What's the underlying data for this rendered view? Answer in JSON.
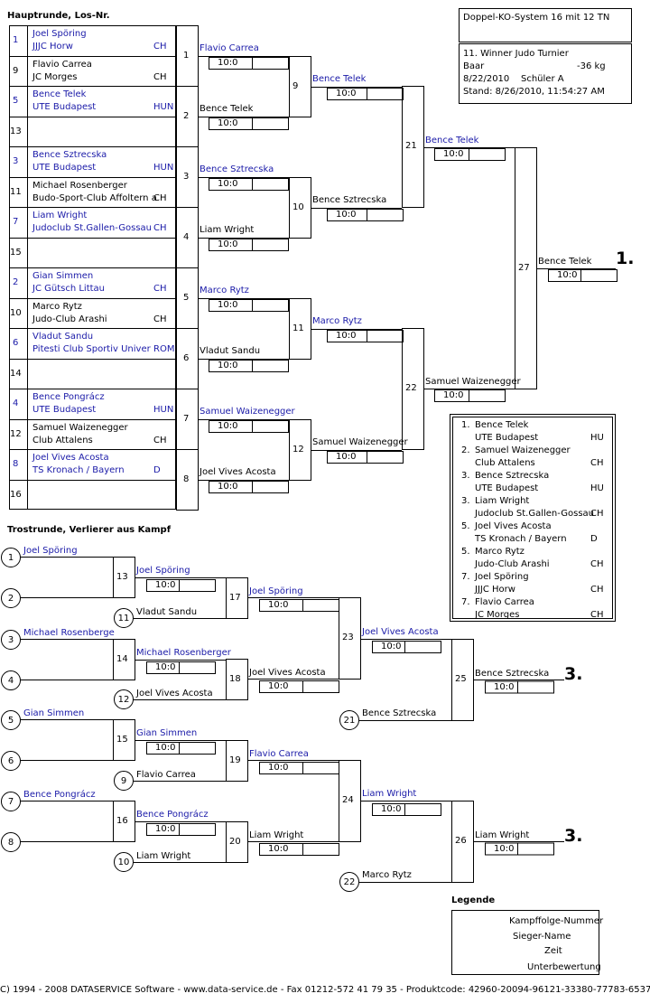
{
  "header": {
    "main_title": "Hauptrunde, Los-Nr.",
    "consolation_title": "Trostrunde, Verlierer aus Kampf",
    "legend_title": "Legende",
    "footer": "C) 1994 - 2008 DATASERVICE Software - www.data-service.de - Fax 01212-572 41 79 35 - Produktcode: 42960-20094-96121-33380-77783-65376"
  },
  "info": {
    "system": "Doppel-KO-System 16 mit 12 TN",
    "tournament": "11. Winner Judo Turnier",
    "location": "Baar",
    "weight": "-36 kg",
    "date": "8/22/2010",
    "category": "Schüler A",
    "stand": "Stand: 8/26/2010, 11:54:27 AM"
  },
  "main_entries": [
    {
      "no": "1",
      "name": "Joel Spöring",
      "club": "JJJC Horw",
      "nation": "CH"
    },
    {
      "no": "9",
      "name": "Flavio   Carrea",
      "club": "JC Morges",
      "nation": "CH"
    },
    {
      "no": "5",
      "name": "Bence Telek",
      "club": "UTE Budapest",
      "nation": "HUN"
    },
    {
      "no": "13",
      "name": "",
      "club": "",
      "nation": ""
    },
    {
      "no": "3",
      "name": "Bence Sztrecska",
      "club": "UTE Budapest",
      "nation": "HUN"
    },
    {
      "no": "11",
      "name": "Michael Rosenberger",
      "club": "Budo-Sport-Club Affoltern a",
      "nation": "CH"
    },
    {
      "no": "7",
      "name": "Liam Wright",
      "club": "Judoclub St.Gallen-Gossau",
      "nation": "CH"
    },
    {
      "no": "15",
      "name": "",
      "club": "",
      "nation": ""
    },
    {
      "no": "2",
      "name": "Gian Simmen",
      "club": "JC Gütsch Littau",
      "nation": "CH"
    },
    {
      "no": "10",
      "name": "Marco Rytz",
      "club": "Judo-Club Arashi",
      "nation": "CH"
    },
    {
      "no": "6",
      "name": "Vladut Sandu",
      "club": "Pitesti Club Sportiv Univer",
      "nation": "ROM"
    },
    {
      "no": "14",
      "name": "",
      "club": "",
      "nation": ""
    },
    {
      "no": "4",
      "name": "Bence Pongrácz",
      "club": "UTE Budapest",
      "nation": "HUN"
    },
    {
      "no": "12",
      "name": "Samuel  Waizenegger",
      "club": "Club Attalens",
      "nation": "CH"
    },
    {
      "no": "8",
      "name": "Joel Vives Acosta",
      "club": "TS Kronach / Bayern",
      "nation": "D"
    },
    {
      "no": "16",
      "name": "",
      "club": "",
      "nation": ""
    }
  ],
  "main_fights": [
    {
      "no": "1",
      "winner": "Flavio   Carrea",
      "score": "10:0",
      "loser": ""
    },
    {
      "no": "2",
      "winner": "",
      "score": "10:0",
      "loser": "Bence Telek"
    },
    {
      "no": "3",
      "winner": "Bence Sztrecska",
      "score": "10:0",
      "loser": ""
    },
    {
      "no": "4",
      "winner": "",
      "score": "10:0",
      "loser": "Liam Wright"
    },
    {
      "no": "5",
      "winner": "Marco Rytz",
      "score": "10:0",
      "loser": ""
    },
    {
      "no": "6",
      "winner": "",
      "score": "10:0",
      "loser": "Vladut Sandu"
    },
    {
      "no": "7",
      "winner": "Samuel  Waizenegger",
      "score": "10:0",
      "loser": ""
    },
    {
      "no": "8",
      "winner": "",
      "score": "10:0",
      "loser": "Joel Vives Acosta"
    },
    {
      "no": "9",
      "winner": "Bence Telek",
      "score": "10:0"
    },
    {
      "no": "10",
      "winner": "Bence Sztrecska",
      "score": "10:0"
    },
    {
      "no": "11",
      "winner": "Marco Rytz",
      "score": "10:0"
    },
    {
      "no": "12",
      "winner": "Samuel  Waizenegger",
      "score": "10:0"
    },
    {
      "no": "21",
      "winner": "Bence Telek",
      "score": "10:0"
    },
    {
      "no": "22",
      "winner": "Samuel  Waizenegger",
      "score": "10:0"
    },
    {
      "no": "27",
      "winner": "Bence Telek",
      "score": "10:0",
      "rank": "1."
    }
  ],
  "consolation": {
    "round1": [
      {
        "fight": "13",
        "top_circle": "1",
        "top_name": "Joel Spöring",
        "bottom_circle": "2",
        "bottom_name": "",
        "winner": "Joel Spöring",
        "score": "10:0"
      },
      {
        "fight": "14",
        "top_circle": "3",
        "top_name": "Michael Rosenberge",
        "bottom_circle": "4",
        "bottom_name": "",
        "winner": "Michael Rosenberger",
        "score": "10:0"
      },
      {
        "fight": "15",
        "top_circle": "5",
        "top_name": "Gian Simmen",
        "bottom_circle": "6",
        "bottom_name": "",
        "winner": "Gian Simmen",
        "score": "10:0"
      },
      {
        "fight": "16",
        "top_circle": "7",
        "top_name": "Bence Pongrácz",
        "bottom_circle": "8",
        "bottom_name": "",
        "winner": "Bence Pongrácz",
        "score": "10:0"
      }
    ],
    "round2": [
      {
        "fight": "17",
        "circle": "11",
        "bottom_name": "Vladut Sandu",
        "winner": "Joel Spöring",
        "score": "10:0"
      },
      {
        "fight": "18",
        "circle": "12",
        "bottom_name": "Joel Vives Acosta",
        "winner": "Joel Vives Acosta",
        "score": "10:0"
      },
      {
        "fight": "19",
        "circle": "9",
        "bottom_name": "Flavio    Carrea",
        "winner": "Flavio   Carrea",
        "score": "10:0"
      },
      {
        "fight": "20",
        "circle": "10",
        "bottom_name": "Liam Wright",
        "winner": "Liam Wright",
        "score": "10:0"
      }
    ],
    "round3": [
      {
        "fight": "23",
        "winner": "Joel Vives Acosta",
        "score": "10:0"
      },
      {
        "fight": "24",
        "winner": "Liam Wright",
        "score": "10:0"
      }
    ],
    "round4": [
      {
        "fight": "25",
        "circle": "21",
        "bottom_name": "Bence Sztrecska",
        "winner": "Bence Sztrecska",
        "score": "10:0",
        "rank": "3."
      },
      {
        "fight": "26",
        "circle": "22",
        "bottom_name": "Marco Rytz",
        "winner": "Liam Wright",
        "score": "10:0",
        "rank": "3."
      }
    ]
  },
  "results": [
    {
      "place": "1.",
      "name": "Bence Telek",
      "club": "UTE Budapest",
      "nation": "HU"
    },
    {
      "place": "2.",
      "name": "Samuel  Waizenegger",
      "club": "Club Attalens",
      "nation": "CH"
    },
    {
      "place": "3.",
      "name": "Bence Sztrecska",
      "club": "UTE Budapest",
      "nation": "HU"
    },
    {
      "place": "3.",
      "name": "Liam Wright",
      "club": "Judoclub St.Gallen-Gossau",
      "nation": "CH"
    },
    {
      "place": "5.",
      "name": "Joel Vives Acosta",
      "club": "TS Kronach / Bayern",
      "nation": "D"
    },
    {
      "place": "5.",
      "name": "Marco Rytz",
      "club": "Judo-Club Arashi",
      "nation": "CH"
    },
    {
      "place": "7.",
      "name": "Joel Spöring",
      "club": "JJJC Horw",
      "nation": "CH"
    },
    {
      "place": "7.",
      "name": "Flavio   Carrea",
      "club": " JC Morges",
      "nation": "CH"
    }
  ],
  "legend": {
    "fight_number": "Kampffolge-Nummer",
    "winner_name": "Sieger-Name",
    "time": "Zeit",
    "sub_score": "Unterbewertung"
  }
}
